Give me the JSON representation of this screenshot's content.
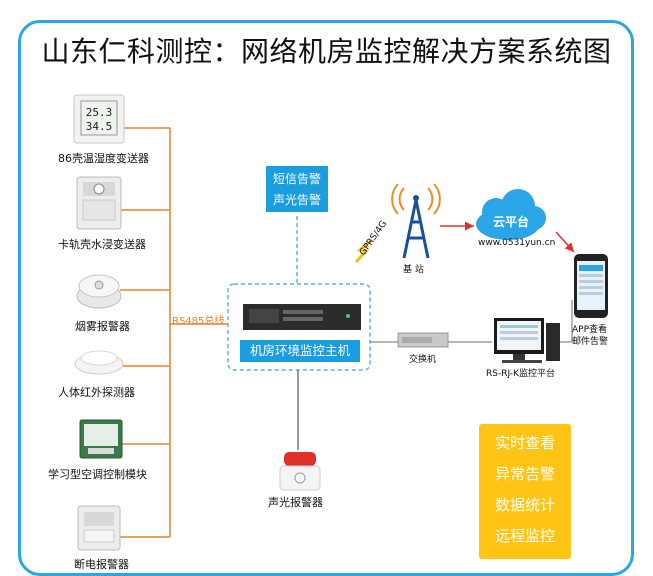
{
  "title": "山东仁科测控：网络机房监控解决方案系统图",
  "devices": [
    {
      "label": "86壳温湿度变送器",
      "icon": "temp-humidity-sensor-icon"
    },
    {
      "label": "卡轨壳水浸变送器",
      "icon": "water-leak-sensor-icon"
    },
    {
      "label": "烟雾报警器",
      "icon": "smoke-detector-icon"
    },
    {
      "label": "人体红外探测器",
      "icon": "infrared-detector-icon"
    },
    {
      "label": "学习型空调控制模块",
      "icon": "ac-control-module-icon"
    },
    {
      "label": "断电报警器",
      "icon": "power-failure-alarm-icon"
    }
  ],
  "sensor_display": {
    "top": "25.3",
    "bottom": "34.5"
  },
  "bus_label": "RS485总线",
  "alarm_box": {
    "line1": "短信告警",
    "line2": "声光告警"
  },
  "host_label": "机房环境监控主机",
  "bottom_alarm_label": "声光报警器",
  "network": {
    "gprs": "GPRS/4G",
    "station": "基 站",
    "cloud": "云平台",
    "url": "www.0531yun.cn",
    "app_line1": "APP查看",
    "app_line2": "邮件告警",
    "switch": "交换机",
    "platform": "RS-RJ-K监控平台"
  },
  "features": [
    "实时查看",
    "异常告警",
    "数据统计",
    "远程监控"
  ],
  "colors": {
    "frame": "#2aa5e8",
    "bus": "#e8822a",
    "blue": "#1b9ee0",
    "yellow": "#ffc414",
    "red": "#e0302a"
  }
}
